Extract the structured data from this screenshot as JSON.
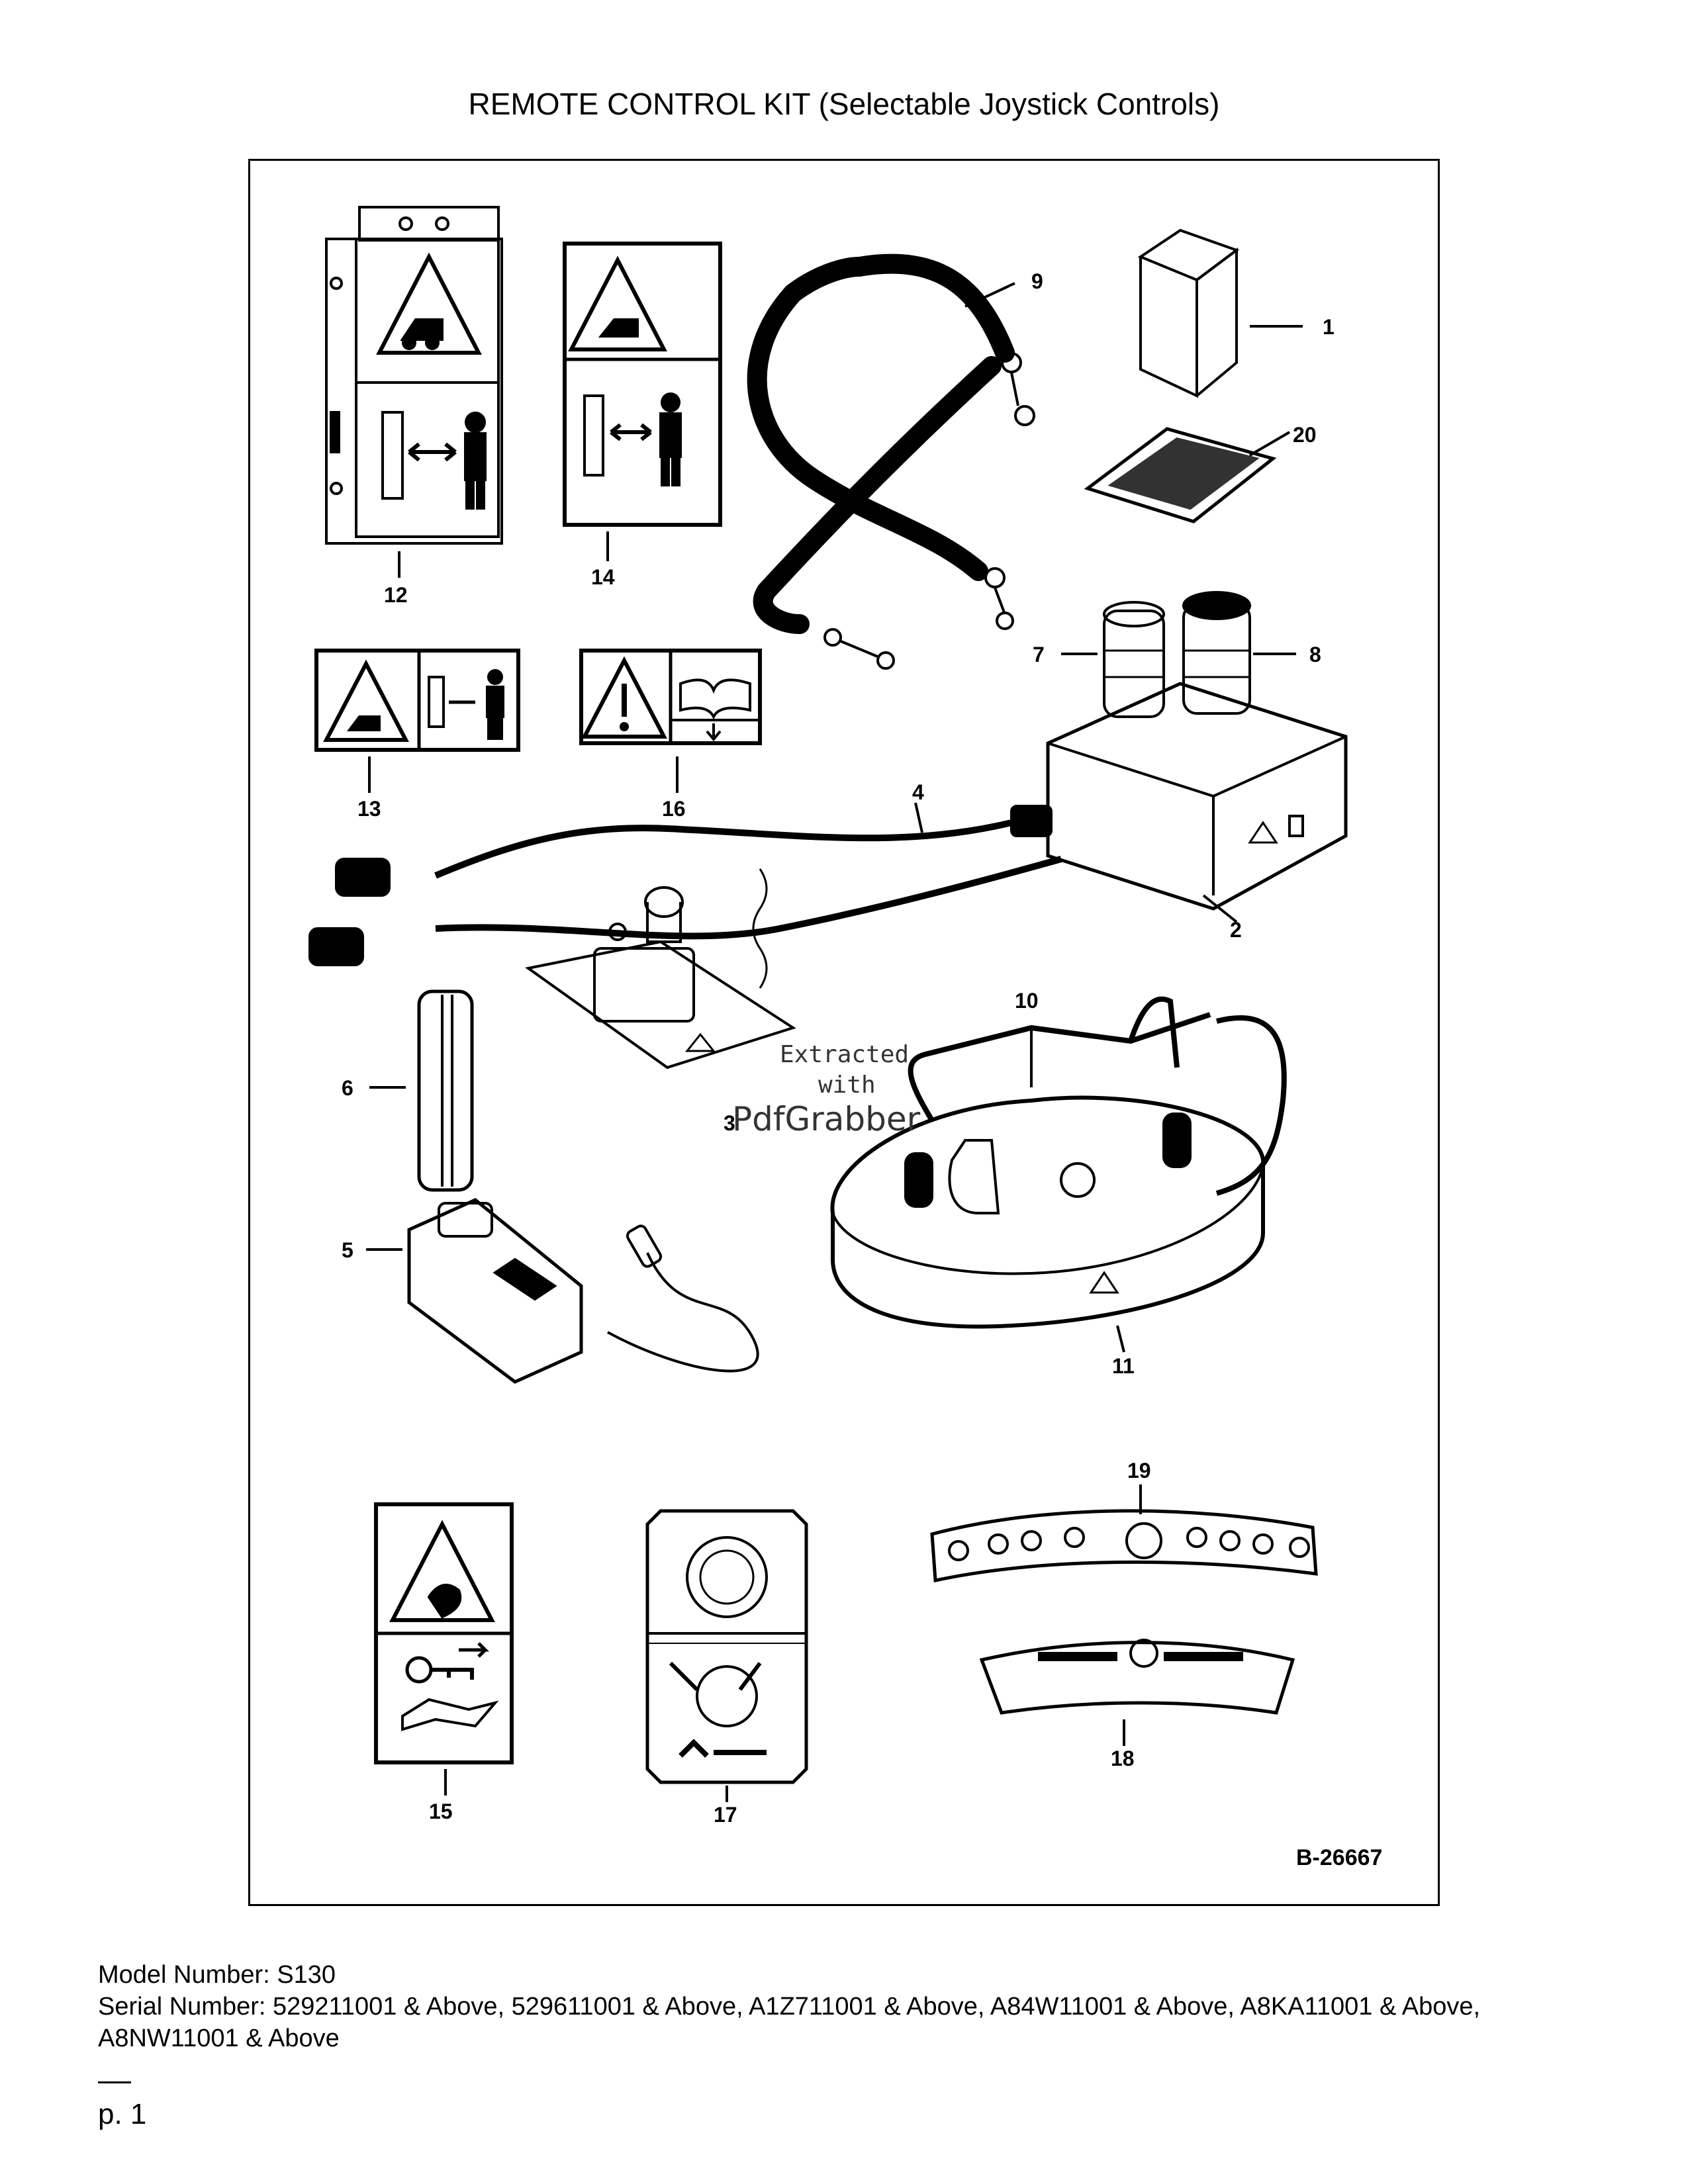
{
  "page": {
    "title": "REMOTE CONTROL KIT (Selectable Joystick Controls)",
    "diagram_id": "B-26667",
    "watermark": {
      "line1": "Extracted",
      "line2": "with",
      "brand": "PdfGrabber"
    },
    "callouts": [
      "1",
      "2",
      "3",
      "4",
      "5",
      "6",
      "7",
      "8",
      "9",
      "10",
      "11",
      "12",
      "13",
      "14",
      "15",
      "16",
      "17",
      "18",
      "19",
      "20"
    ],
    "footer": {
      "model": "Model Number: S130",
      "serial": "Serial Number: 529211001 & Above, 529611001 & Above, A1Z711001 & Above, A84W11001 & Above, A8KA11001 & Above, A8NW11001 & Above"
    },
    "page_label": "p. 1"
  }
}
